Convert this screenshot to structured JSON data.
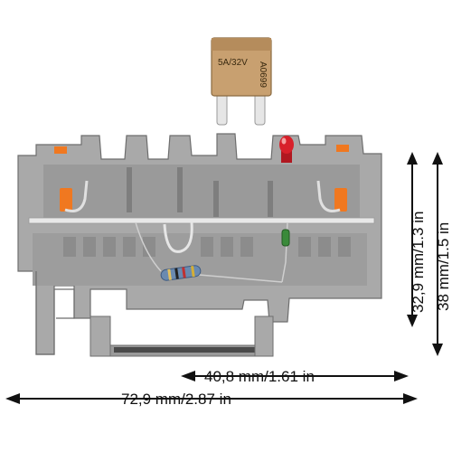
{
  "fuse": {
    "rating": "5A/32V",
    "code": "A0699"
  },
  "dimensions": {
    "width_inner": "40,8 mm/1.61 in",
    "width_total": "72,9 mm/2.87 in",
    "height_inner": "32,9 mm/1.3 in",
    "height_total": "38 mm/1.5 in"
  },
  "colors": {
    "housing": "#a9a9a9",
    "housing_dark": "#8c8c8c",
    "fuse_body": "#c8a070",
    "clamp_orange": "#f07820",
    "led_red": "#d8202a",
    "resistor_blue": "#6a8ab0"
  }
}
